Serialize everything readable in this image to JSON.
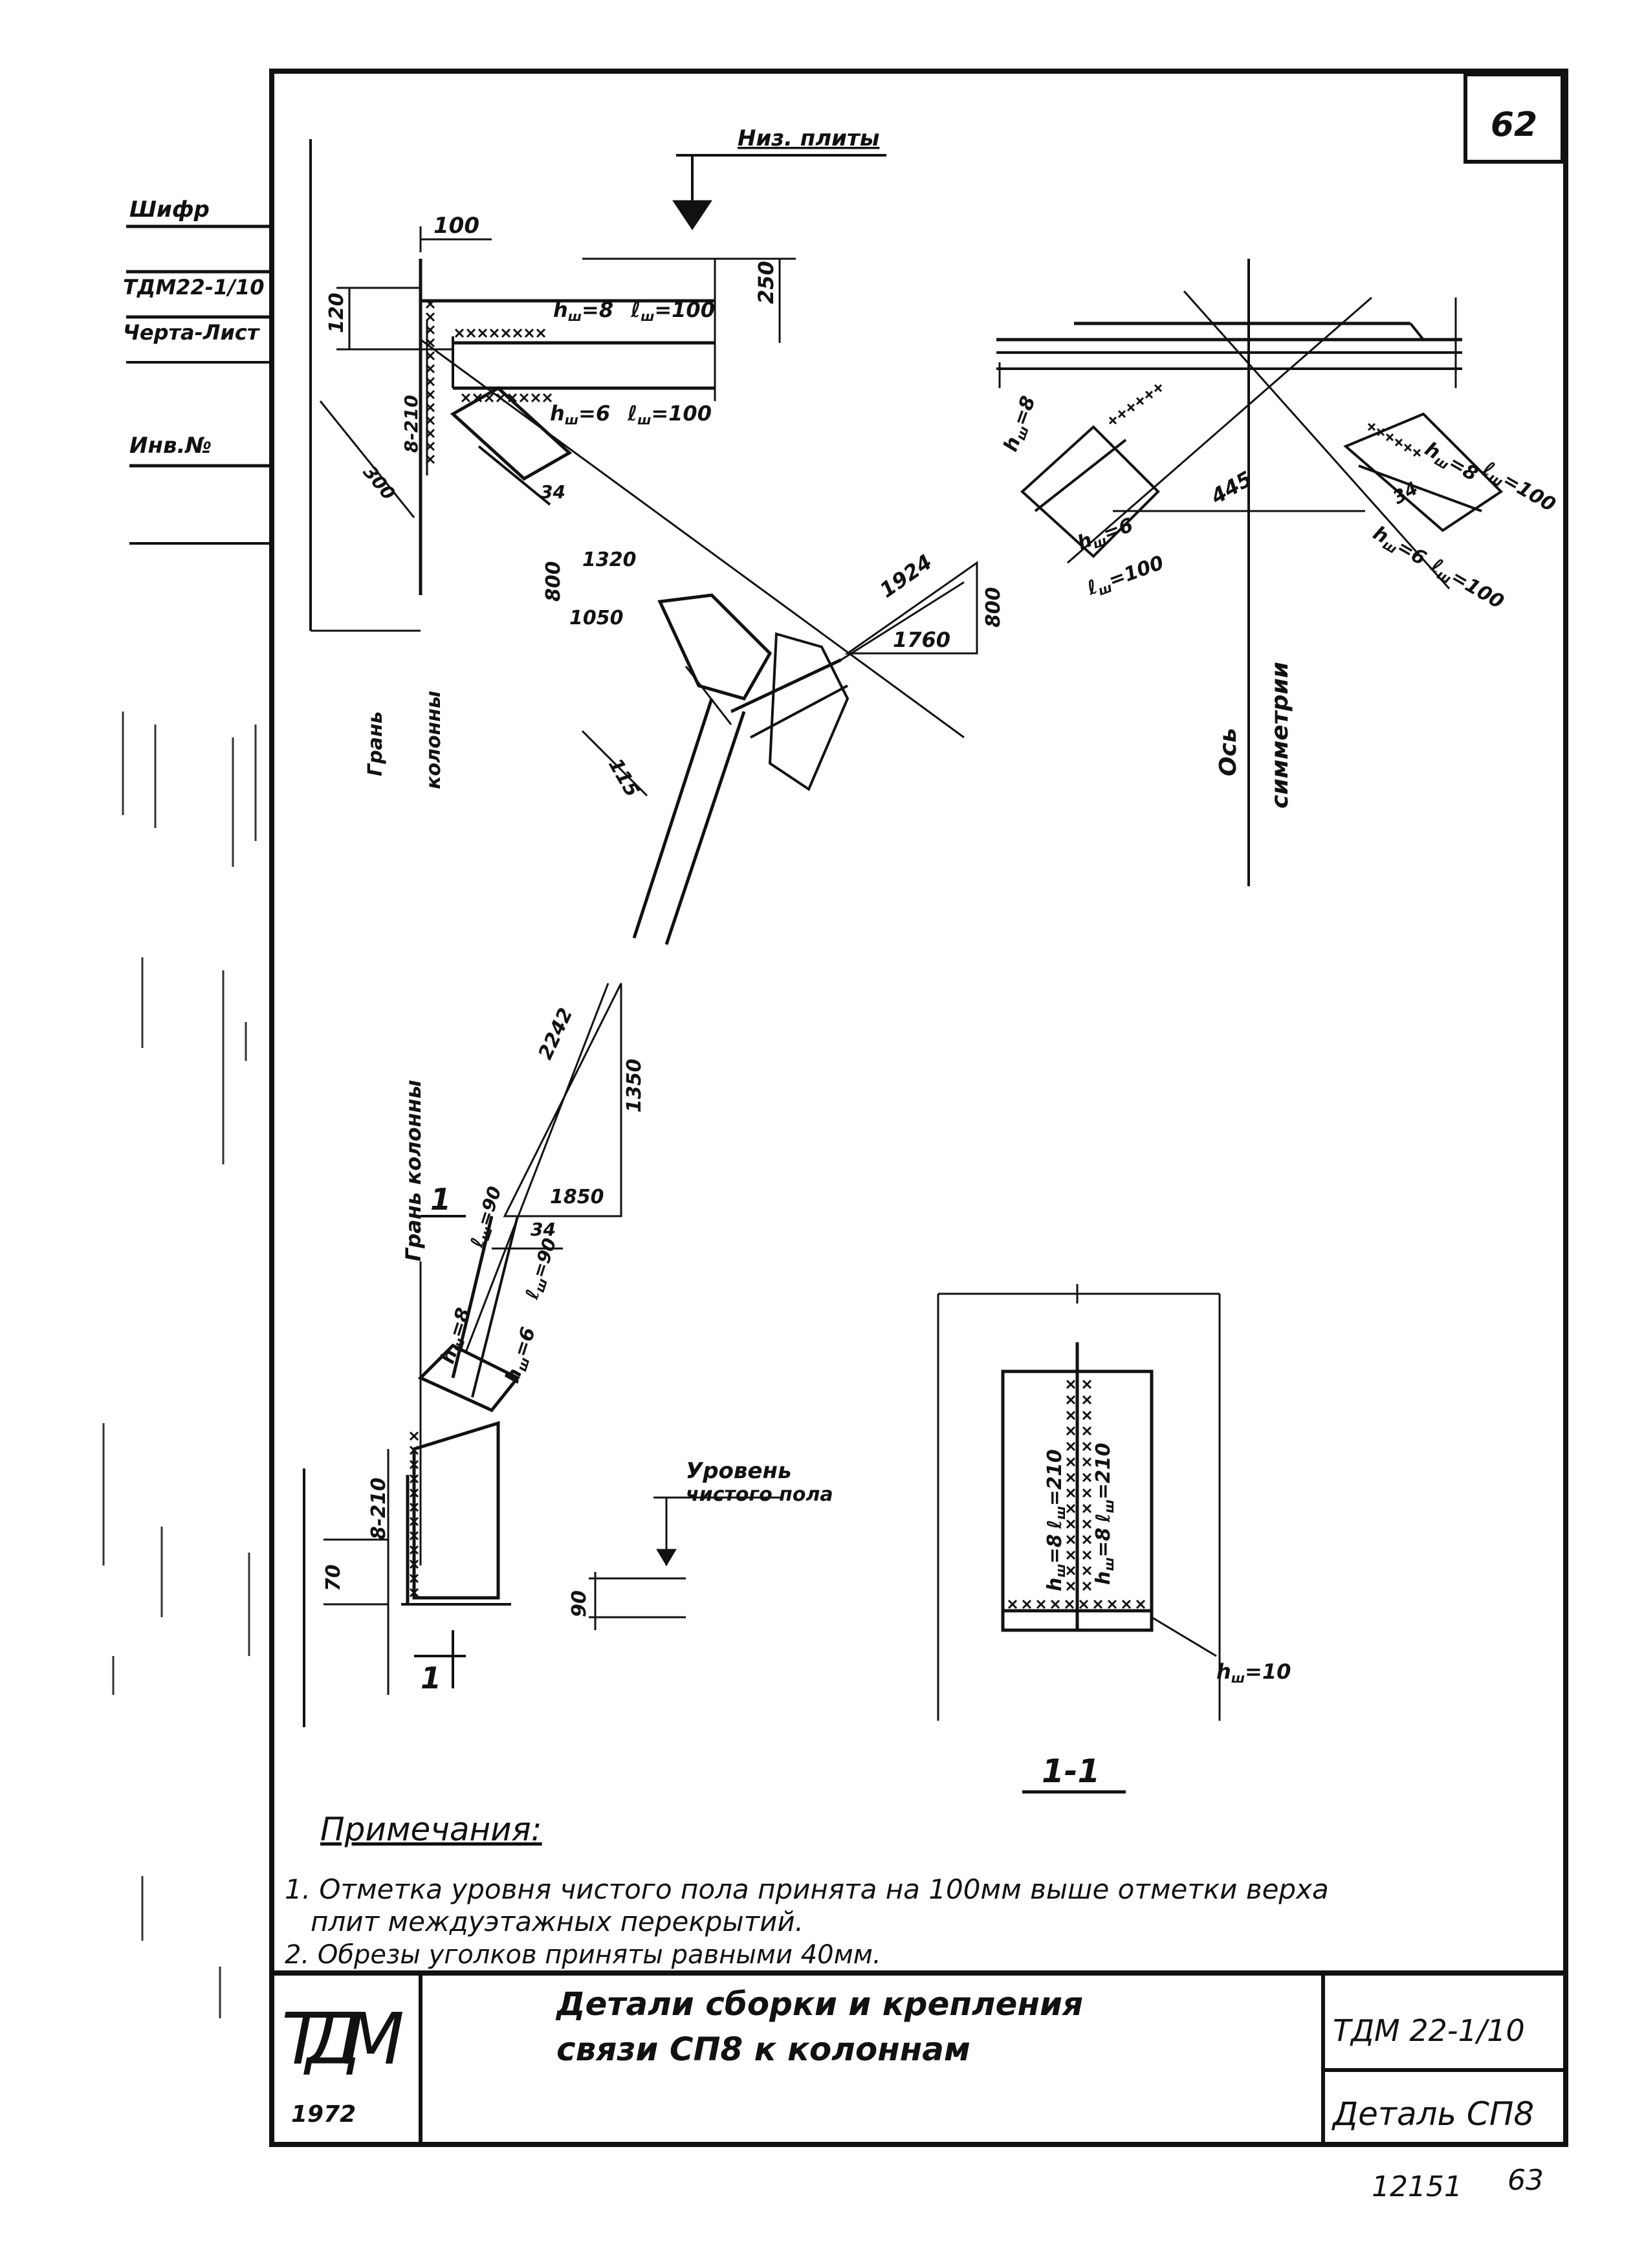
{
  "sheet_number": "62",
  "page_number": "63",
  "archive_number": "12151",
  "margin_stamp": {
    "shifr": "Шифр",
    "code": "ТДМ22-1/10",
    "sheet": "Черта-Лист",
    "inv": "Инв.№"
  },
  "top_detail": {
    "slab_level": "Низ. плиты",
    "dim_100": "100",
    "dim_250": "250",
    "dim_120": "120",
    "weld_top": "h",
    "weld_top_sub": "ш",
    "weld_top_val": "=8",
    "weld_top_len": "ℓ",
    "weld_top_len_sub": "ш",
    "weld_top_len_val": "=100",
    "weld_bottom": "h",
    "weld_bottom_sub": "ш",
    "weld_bottom_val": "=6",
    "weld_bottom_len": "ℓ",
    "weld_bottom_len_sub": "ш",
    "weld_bottom_len_val": "=100",
    "dim_8_210": "8-210",
    "dim_300": "300",
    "dim_1320": "1320",
    "dim_34": "34",
    "dim_800": "800",
    "dim_1050": "1050",
    "dim_115": "115",
    "dim_1924": "1924",
    "dim_1760": "1760",
    "dim_800b": "800",
    "column_face_top": "Грань",
    "column_face_bottom": "колонны"
  },
  "right_detail": {
    "weld_h8": "h",
    "weld_h8_sub": "ш",
    "weld_h8_val": "=8",
    "weld_h6": "h",
    "weld_h6_sub": "ш",
    "weld_h6_val": "=6",
    "weld_l100": "ℓ",
    "weld_l100_sub": "ш",
    "weld_l100_val": "=100",
    "dim_445": "445",
    "dim_34": "34",
    "weld_right_h8": "h",
    "weld_right_h8_sub": "ш",
    "weld_right_h8_val": "=8",
    "weld_right_l": "ℓ",
    "weld_right_l_sub": "ш",
    "weld_right_l_val": "=100",
    "weld_right_h6": "h",
    "weld_right_h6_sub": "ш",
    "weld_right_h6_val": "=6",
    "weld_right_l2": "ℓ",
    "weld_right_l2_sub": "ш",
    "weld_right_l2_val": "=100",
    "axis_word1": "Ось",
    "axis_word2": "симметрии"
  },
  "bottom_detail": {
    "column_face": "Грань колонны",
    "dim_2242": "2242",
    "dim_1850": "1850",
    "dim_1350": "1350",
    "section_mark": "1",
    "weld_h8": "h",
    "weld_h8_sub": "ш",
    "weld_h8_val": "=8",
    "weld_h6": "h",
    "weld_h6_sub": "ш",
    "weld_h6_val": "=6",
    "weld_l": "ℓ",
    "weld_l_sub": "ш",
    "weld_l_val": "=90",
    "weld_l2": "ℓ",
    "weld_l2_sub": "ш",
    "weld_l2_val": "=90",
    "dim_34": "34",
    "dim_8_210": "8-210",
    "dim_70": "70",
    "dim_90": "90",
    "floor_level_1": "Уровень",
    "floor_level_2": "чистого пола",
    "section_mark_bottom": "1"
  },
  "section_1_1": {
    "title": "1-1",
    "weld_a": "h",
    "weld_a_sub": "ш",
    "weld_a_val": "=8",
    "weld_a_len": "ℓ",
    "weld_a_len_sub": "ш",
    "weld_a_len_val": "=210",
    "weld_b": "h",
    "weld_b_sub": "ш",
    "weld_b_val": "=8",
    "weld_b_len": "ℓ",
    "weld_b_len_sub": "ш",
    "weld_b_len_val": "=210",
    "weld_base": "h",
    "weld_base_sub": "ш",
    "weld_base_val": "=10"
  },
  "notes": {
    "heading": "Примечания:",
    "line1": "1. Отметка уровня чистого пола принята на 100мм выше отметки верха",
    "line2": "плит междуэтажных перекрытий.",
    "line3": "2. Обрезы уголков приняты равными 40мм."
  },
  "title_block": {
    "org": "ТДМ",
    "year": "1972",
    "title_line1": "Детали сборки и крепления",
    "title_line2": "связи СП8 к колоннам",
    "code": "ТДМ 22-1/10",
    "detail": "Деталь СП8"
  }
}
